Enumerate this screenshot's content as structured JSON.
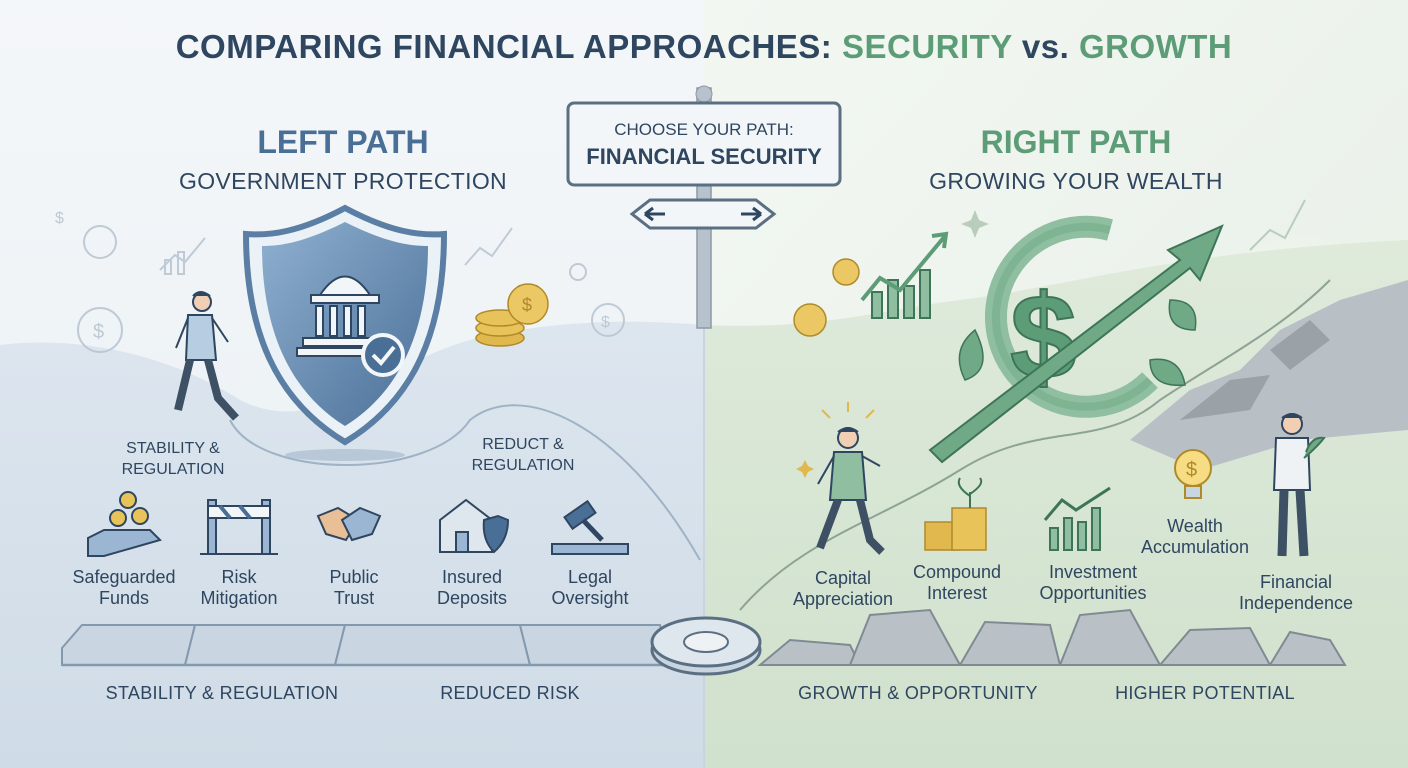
{
  "title": {
    "prefix": "COMPARING FINANCIAL APPROACHES: ",
    "security": "SECURITY",
    "vs": " vs. ",
    "growth": "GROWTH"
  },
  "signpost": {
    "line1": "CHOOSE YOUR PATH:",
    "line2": "FINANCIAL SECURITY"
  },
  "left": {
    "heading": "LEFT PATH",
    "subheading": "GOVERNMENT PROTECTION",
    "callout_left": [
      "STABILITY &",
      "REGULATION"
    ],
    "callout_right": [
      "REDUCT &",
      "REGULATION"
    ],
    "benefits": [
      {
        "lines": [
          "Safeguarded",
          "Funds"
        ],
        "icon": "hand-coins-icon"
      },
      {
        "lines": [
          "Risk",
          "Mitigation"
        ],
        "icon": "barrier-icon"
      },
      {
        "lines": [
          "Public",
          "Trust"
        ],
        "icon": "handshake-icon"
      },
      {
        "lines": [
          "Insured",
          "Deposits"
        ],
        "icon": "house-shield-icon"
      },
      {
        "lines": [
          "Legal",
          "Oversight"
        ],
        "icon": "gavel-icon"
      }
    ],
    "bottom_labels": [
      "STABILITY & REGULATION",
      "REDUCED RISK"
    ]
  },
  "right": {
    "heading": "RIGHT PATH",
    "subheading": "GROWING YOUR WEALTH",
    "benefits": [
      {
        "lines": [
          "Capital",
          "Appreciation"
        ]
      },
      {
        "lines": [
          "Compound",
          "Interest"
        ],
        "icon": "coin-stack-plant-icon"
      },
      {
        "lines": [
          "Investment",
          "Opportunities"
        ],
        "icon": "growth-chart-icon"
      },
      {
        "lines": [
          "Wealth",
          "Accumulation"
        ],
        "icon": "lightbulb-dollar-icon"
      },
      {
        "lines": [
          "Financial",
          "Independence"
        ]
      }
    ],
    "bottom_labels": [
      "GROWTH & OPPORTUNITY",
      "HIGHER POTENTIAL"
    ]
  },
  "colors": {
    "navy": "#2f4660",
    "blue": "#4a6f97",
    "green": "#5c9c76",
    "gold": "#e0b84e",
    "rock": "#9aa2a8"
  }
}
